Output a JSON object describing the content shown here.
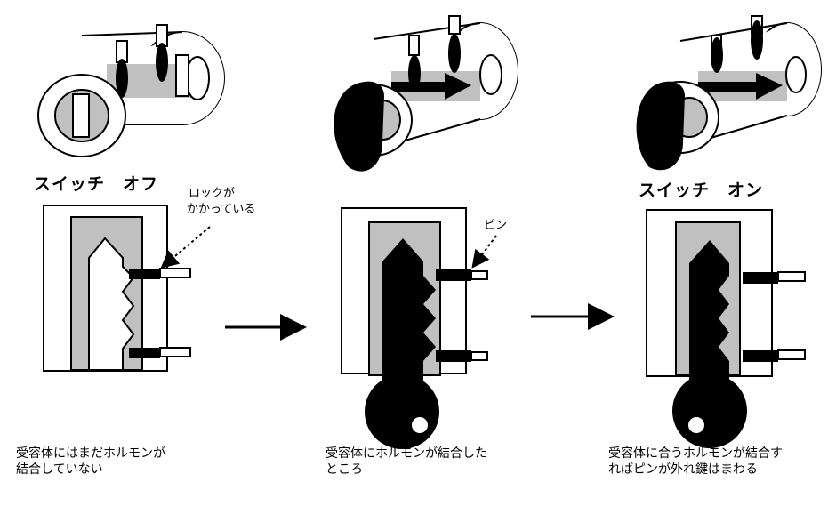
{
  "labels": {
    "switch_off": "スイッチ　オフ",
    "switch_on": "スイッチ　オン",
    "locked_line1": "ロックが",
    "locked_line2": "かかっている",
    "pin": "ピン"
  },
  "captions": [
    {
      "line1": "受容体にはまだホルモンが",
      "line2": "結合していない"
    },
    {
      "line1": "受容体にホルモンが結合した",
      "line2": "ところ"
    },
    {
      "line1": "受容体に合うホルモンが結合す",
      "line2": "ればピンが外れ鍵はまわる"
    }
  ],
  "colors": {
    "ink": "#000000",
    "gray": "#c0c0c0",
    "paper": "#ffffff"
  }
}
